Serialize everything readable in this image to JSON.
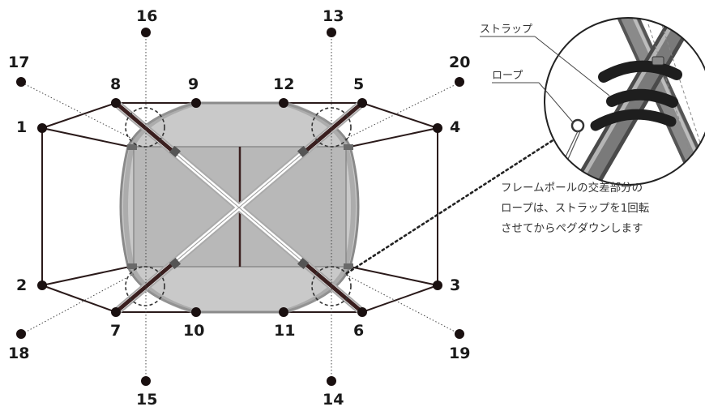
{
  "diagram": {
    "stake_numbers": [
      "1",
      "2",
      "3",
      "4",
      "5",
      "6",
      "7",
      "8",
      "9",
      "10",
      "11",
      "12",
      "13",
      "14",
      "15",
      "16",
      "17",
      "18",
      "19",
      "20"
    ],
    "callout": {
      "strap_label": "ストラップ",
      "rope_label": "ロープ"
    },
    "note_lines": [
      "フレームポールの交差部分の",
      "ロープは、ストラップを1回転",
      "させてからペグダウンします"
    ]
  },
  "colors": {
    "outline": "#2a1a1a",
    "tent_fill": "#c4c4c4",
    "tent_stroke": "#8a8a8a",
    "pole": "#3a1f1f",
    "stake_dot": "#1a1010"
  }
}
